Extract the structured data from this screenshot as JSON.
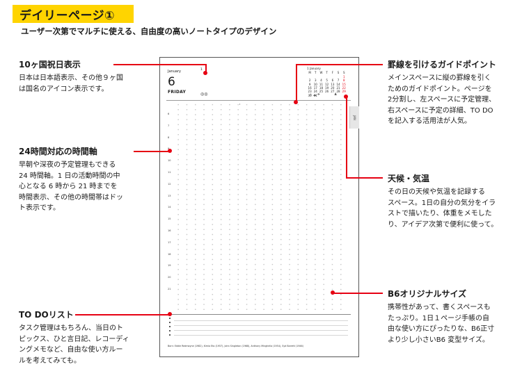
{
  "header": {
    "title": "デイリーページ①",
    "subtitle": "ユーザー次第でマルチに使える、自由度の高いノートタイプのデザイン"
  },
  "callouts": {
    "country_days": {
      "title": "10ヶ国祝日表示",
      "body": "日本は日本語表示、その他９ヶ国\nは国名のアイコン表示です。"
    },
    "timeline": {
      "title": "24時間対応の時間軸",
      "body": "早朝や深夜の予定管理もできる\n24 時間軸。1 日の活動時間の中\n心となる 6 時から 21 時までを\n時間表示、その他の時間帯はドッ\nト表示です。"
    },
    "todo": {
      "title": "TO DOリスト",
      "body": "タスク管理はもちろん、当日のト\nピックス、ひと言日記、レコーディ\nングメモなど、自由な使い方ルー\nルを考えてみても。"
    },
    "guide_point": {
      "title": "罫線を引けるガイドポイント",
      "body": "メインスペースに縦の罫線を引く\nためのガイドポイント。ページを\n2分割し、左スペースに予定管理、\n右スペースに予定の詳細、TO DO\nを記入する活用法が人気。"
    },
    "weather": {
      "title": "天候・気温",
      "body": "その日の天候や気温を記録する\nスペース。1日の自分の気分をイラ\nストで描いたり、体重をメモした\nり、アイデア次第で便利に使って。"
    },
    "b6": {
      "title": "B6オリジナルサイズ",
      "body": "携帯性があって、書くスペースも\nたっぷり。1日１ページ手帳の自\n由な使い方にぴったりな、B6正寸\nより少し小さいB6 変型サイズ。"
    }
  },
  "planner": {
    "month": "January",
    "day": "6",
    "weekday": "FRIDAY",
    "week_no": "1",
    "flag_icon": "◎◎",
    "mini_calendar": {
      "title": "1 January",
      "headers": [
        "M",
        "T",
        "W",
        "T",
        "F",
        "S",
        "S"
      ],
      "rows": [
        [
          "",
          "",
          "",
          "",
          "",
          "",
          "1"
        ],
        [
          "2",
          "3",
          "4",
          "5",
          "6",
          "7",
          "8"
        ],
        [
          "9",
          "10",
          "11",
          "12",
          "13",
          "14",
          "15"
        ],
        [
          "16",
          "17",
          "18",
          "19",
          "20",
          "21",
          "22"
        ],
        [
          "23",
          "24",
          "25",
          "26",
          "27",
          "28",
          "29"
        ],
        [
          "30",
          "31",
          "",
          "",
          "",
          "",
          ""
        ]
      ]
    },
    "weather_icons": "☼☁☂",
    "weight_icon": "♟",
    "tab_label": "JAN",
    "hours": [
      "6",
      "7",
      "8",
      "9",
      "10",
      "11",
      "12",
      "13",
      "14",
      "15",
      "16",
      "17",
      "18",
      "19",
      "20",
      "21"
    ],
    "footer": "Born: Eddie Redmayne (1982), Kimio Eto (1957), John Singleton (1968), Anthony Minghella (1954), Syd Barrett (1946)",
    "accent_color": "#e60012"
  }
}
